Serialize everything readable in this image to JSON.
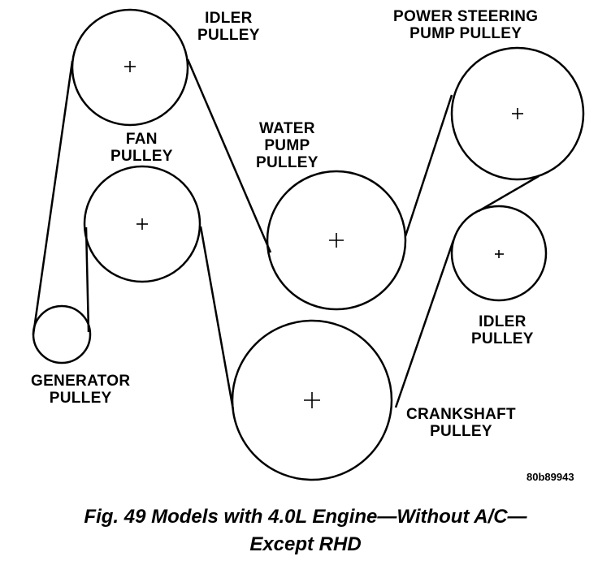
{
  "labels": {
    "idler_top": [
      "IDLER",
      "PULLEY"
    ],
    "power_steering": [
      "POWER STEERING",
      "PUMP PULLEY"
    ],
    "fan": [
      "FAN",
      "PULLEY"
    ],
    "water_pump": [
      "WATER",
      "PUMP",
      "PULLEY"
    ],
    "idler_right": [
      "IDLER",
      "PULLEY"
    ],
    "generator": [
      "GENERATOR",
      "PULLEY"
    ],
    "crankshaft": [
      "CRANKSHAFT",
      "PULLEY"
    ]
  },
  "figure_id": "80b89943",
  "caption": [
    "Fig. 49 Models with 4.0L Engine—Without A/C—",
    "Except RHD"
  ],
  "colors": {
    "ink": "#000000",
    "background": "#ffffff"
  }
}
